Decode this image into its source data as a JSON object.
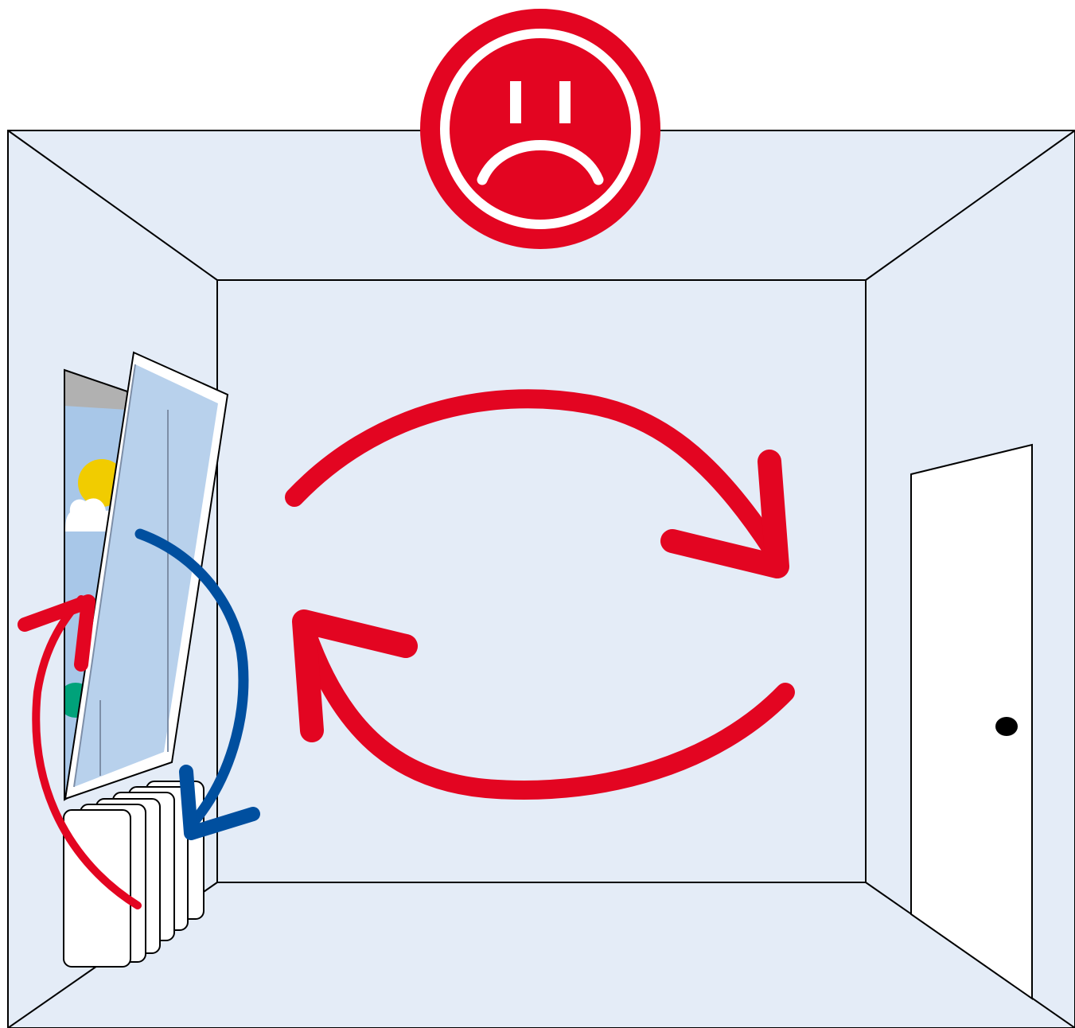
{
  "scene": {
    "description_visible_text": [],
    "status_icon": "sad-face-icon",
    "elements": {
      "room": "room-interior",
      "window": "tilted-open-window",
      "radiator": "radiator",
      "door": "closed-door",
      "circulation": "indoor-air-circulation-arrows",
      "window_airflow": "window-airflow-arrows"
    }
  },
  "colors": {
    "wall": "#e4ecf7",
    "line": "#000000",
    "warning_red": "#e30521",
    "cold_blue": "#004f9f",
    "glass": "#a8c7e8",
    "sun": "#f1cc00",
    "window_frame_top": "#b1b1b1",
    "white": "#ffffff"
  }
}
